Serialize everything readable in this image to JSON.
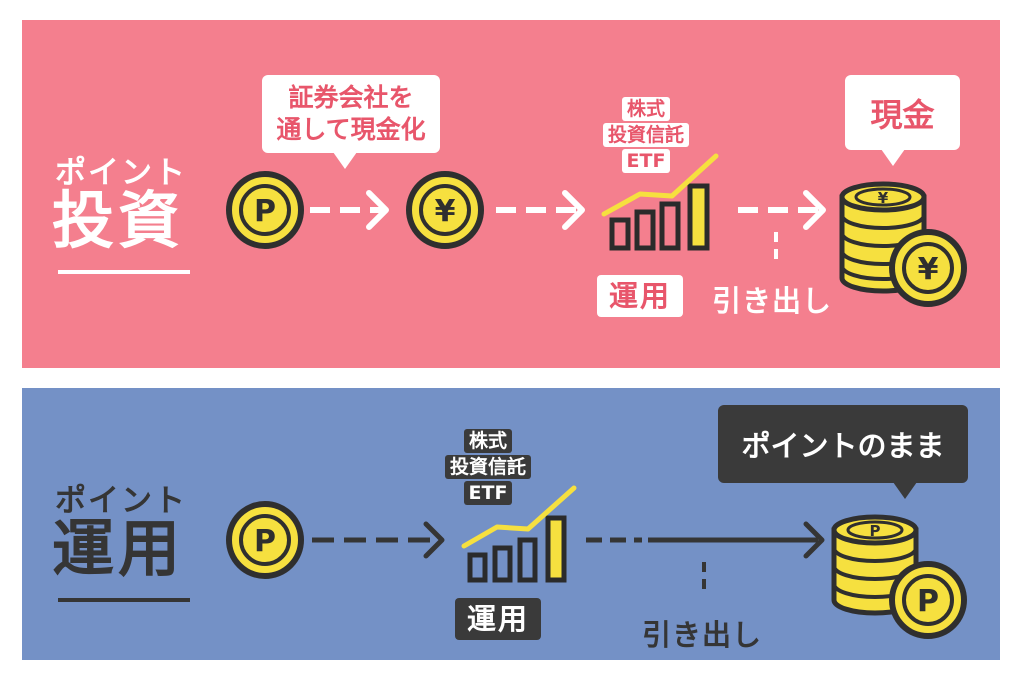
{
  "colors": {
    "top_panel": "#f47f8e",
    "bottom_panel": "#7491c6",
    "coin_yellow": "#f6e03f",
    "dark": "#3a3a3a",
    "accent_text": "#e8566b",
    "white": "#ffffff"
  },
  "coin_symbols": {
    "point": "P",
    "yen": "¥"
  },
  "top": {
    "title_small": "ポイント",
    "title_large": "投資",
    "bubble_securities": [
      "証券会社を",
      "通して現金化"
    ],
    "etf_label": [
      "株式",
      "投資信託",
      "ETF"
    ],
    "operate_label": "運用",
    "withdraw_label": "引き出し",
    "bubble_cash": "現金",
    "icons": [
      "point-coin-icon",
      "yen-coin-icon",
      "etf-growth-chart-icon",
      "yen-coin-stack-icon"
    ]
  },
  "bottom": {
    "title_small": "ポイント",
    "title_large": "運用",
    "etf_label": [
      "株式",
      "投資信託",
      "ETF"
    ],
    "operate_label": "運用",
    "withdraw_label": "引き出し",
    "bubble_points": "ポイントのまま",
    "icons": [
      "point-coin-icon",
      "etf-growth-chart-icon",
      "point-coin-stack-icon"
    ]
  }
}
